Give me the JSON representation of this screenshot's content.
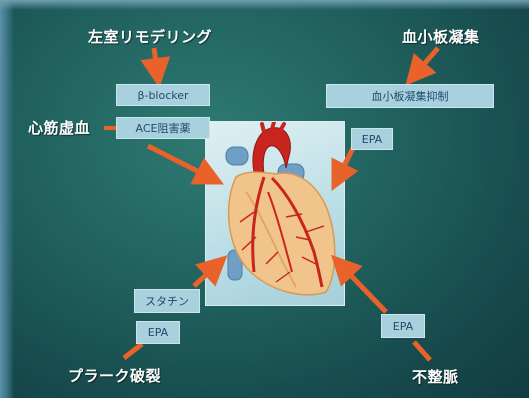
{
  "labels": {
    "lv_remodeling": "左室リモデリング",
    "platelet_aggregation": "血小板凝集",
    "myocardial_ischemia": "心筋虚血",
    "plaque_rupture": "プラーク破裂",
    "arrhythmia": "不整脈"
  },
  "boxes": {
    "beta_blocker": "β-blocker",
    "ace_inhibitor": "ACE阻害薬",
    "platelet_inhibition": "血小板凝集抑制",
    "epa_platelet": "EPA",
    "statin": "スタチン",
    "epa_plaque": "EPA",
    "epa_arrhythmia": "EPA"
  },
  "colors": {
    "arrow": "#e8622a",
    "box_fill": "#a9d1dd",
    "box_text": "#1f4a6e",
    "background": "#1f5f5c"
  },
  "icons": {
    "center_image": "heart-illustration"
  }
}
